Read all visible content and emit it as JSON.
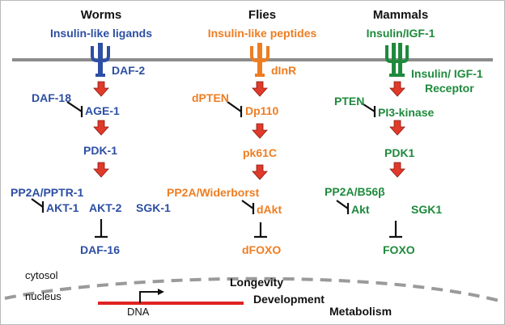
{
  "columns": {
    "worms": {
      "title": "Worms",
      "ligand": "Insulin-like ligands",
      "receptor": "DAF-2",
      "pathway": [
        "AGE-1",
        "PDK-1",
        "AKT-1",
        "AKT-2",
        "SGK-1",
        "DAF-16"
      ],
      "inhibitors": [
        "DAF-18",
        "PP2A/PPTR-1"
      ]
    },
    "flies": {
      "title": "Flies",
      "ligand": "Insulin-like peptides",
      "receptor": "dInR",
      "pathway": [
        "Dp110",
        "pk61C",
        "dAkt",
        "dFOXO"
      ],
      "inhibitors": [
        "dPTEN",
        "PP2A/Widerborst"
      ]
    },
    "mammals": {
      "title": "Mammals",
      "ligand": "Insulin/IGF-1",
      "receptor_line1": "Insulin/ IGF-1",
      "receptor_line2": "Receptor",
      "pathway": [
        "PI3-kinase",
        "PDK1",
        "Akt",
        "SGK1",
        "FOXO"
      ],
      "inhibitors": [
        "PTEN",
        "PP2A/B56β"
      ]
    }
  },
  "compartments": {
    "cytosol": "cytosol",
    "nucleus": "nucleus"
  },
  "dna_label": "DNA",
  "outputs": [
    "Longevity",
    "Development",
    "Metabolism"
  ],
  "colors": {
    "worms": "#2d4fa3",
    "flies": "#ee7d22",
    "mammals": "#1e8a3c",
    "arrow": "#e03a2a",
    "membrane": "#8c8c8c",
    "dna": "#e02222"
  }
}
